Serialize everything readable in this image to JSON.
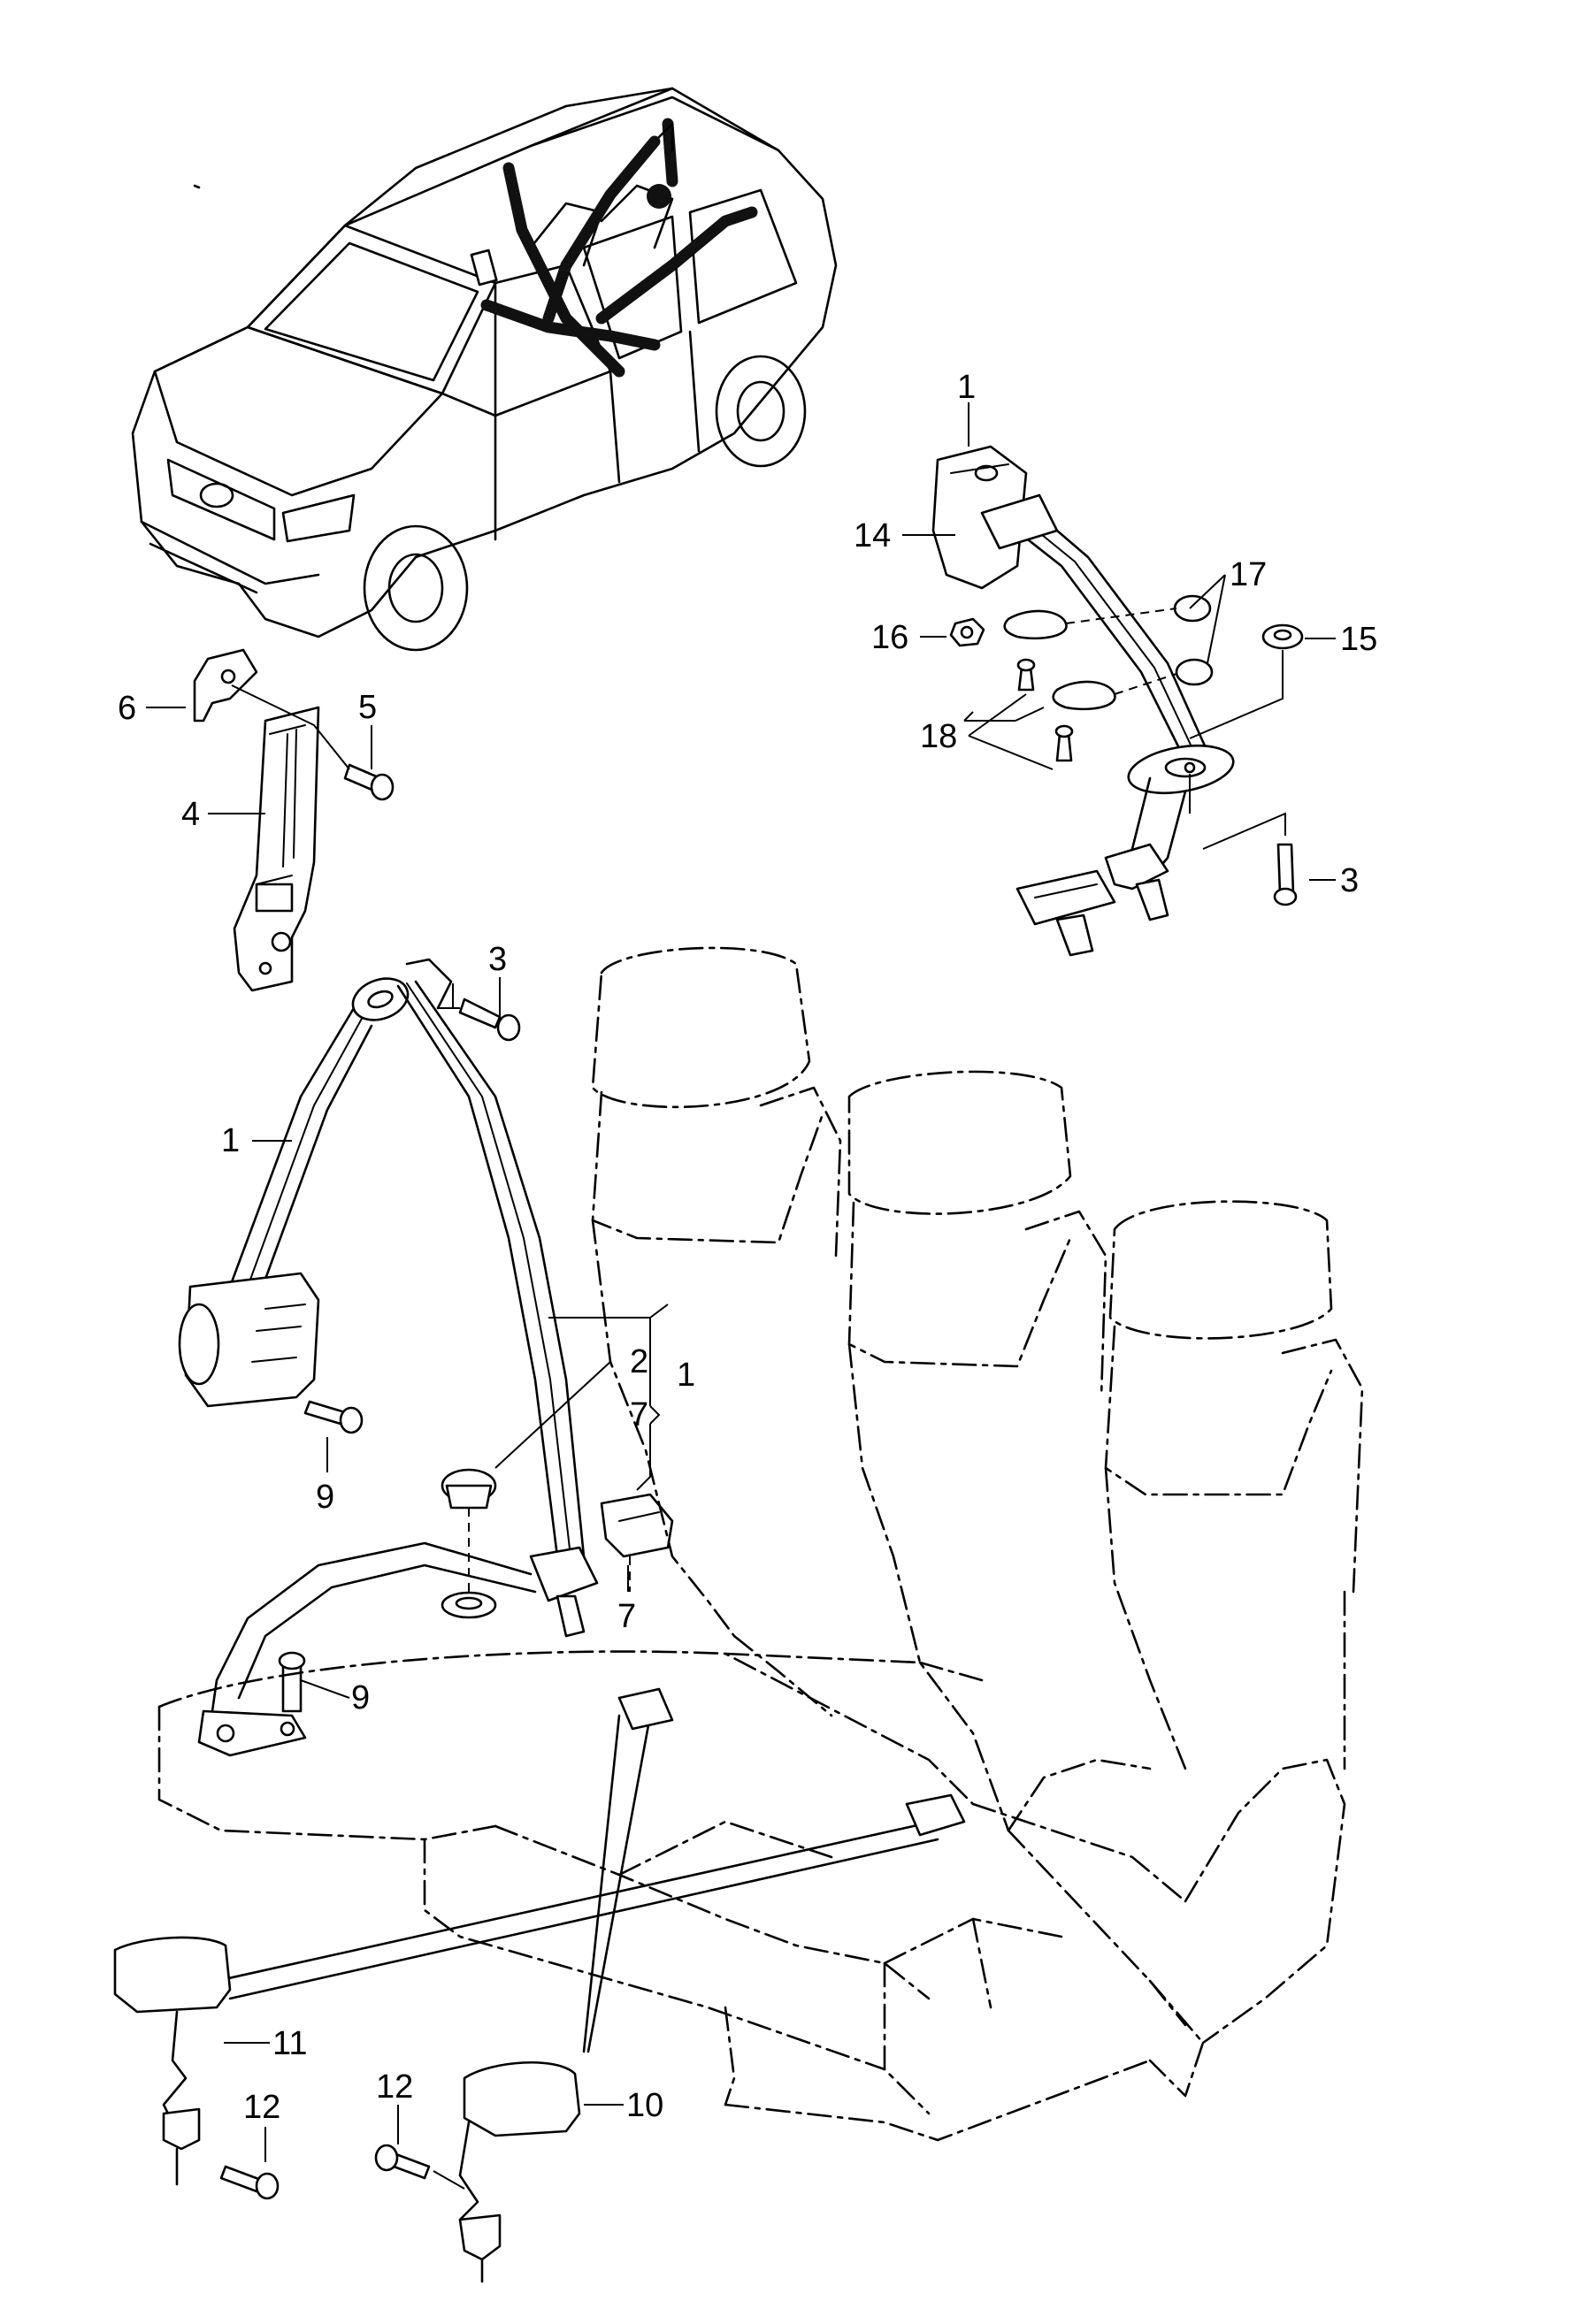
{
  "labels": {
    "l1_seatbelt": "1",
    "l1_rear": "1",
    "l1_bracket": "1",
    "l2": "2",
    "l3_top": "3",
    "l3_rear": "3",
    "l4": "4",
    "l5": "5",
    "l6": "6",
    "l7_bracket": "7",
    "l7_guide": "7",
    "l9_retractor": "9",
    "l9_anchor": "9",
    "l10": "10",
    "l11": "11",
    "l12_left": "12",
    "l12_right": "12",
    "l14": "14",
    "l15": "15",
    "l16": "16",
    "l17": "17",
    "l18": "18"
  }
}
